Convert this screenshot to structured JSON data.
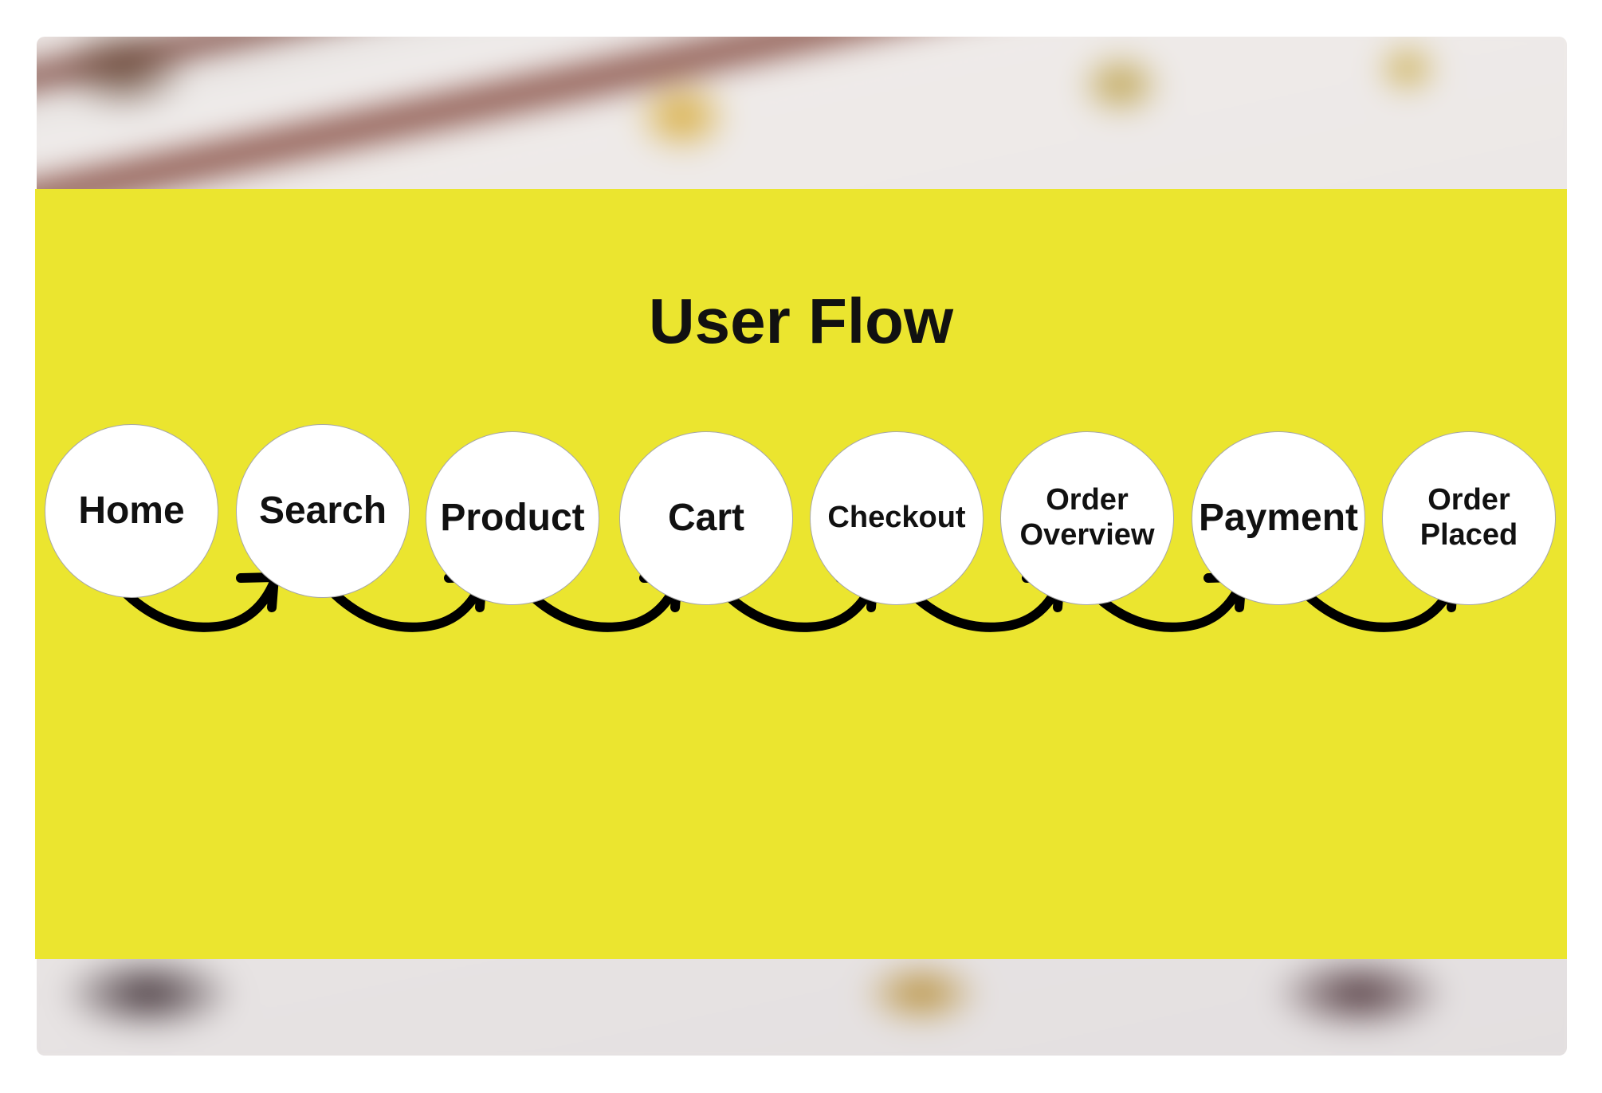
{
  "title": "User Flow",
  "panel_color": "#ebe52f",
  "steps": [
    {
      "label": "Home"
    },
    {
      "label": "Search"
    },
    {
      "label": "Product"
    },
    {
      "label": "Cart"
    },
    {
      "label": "Checkout"
    },
    {
      "label": "Order Overview"
    },
    {
      "label": "Payment"
    },
    {
      "label": "Order Placed"
    }
  ],
  "connector": {
    "style": "curved-arrow",
    "color": "#000000",
    "count": 7
  }
}
